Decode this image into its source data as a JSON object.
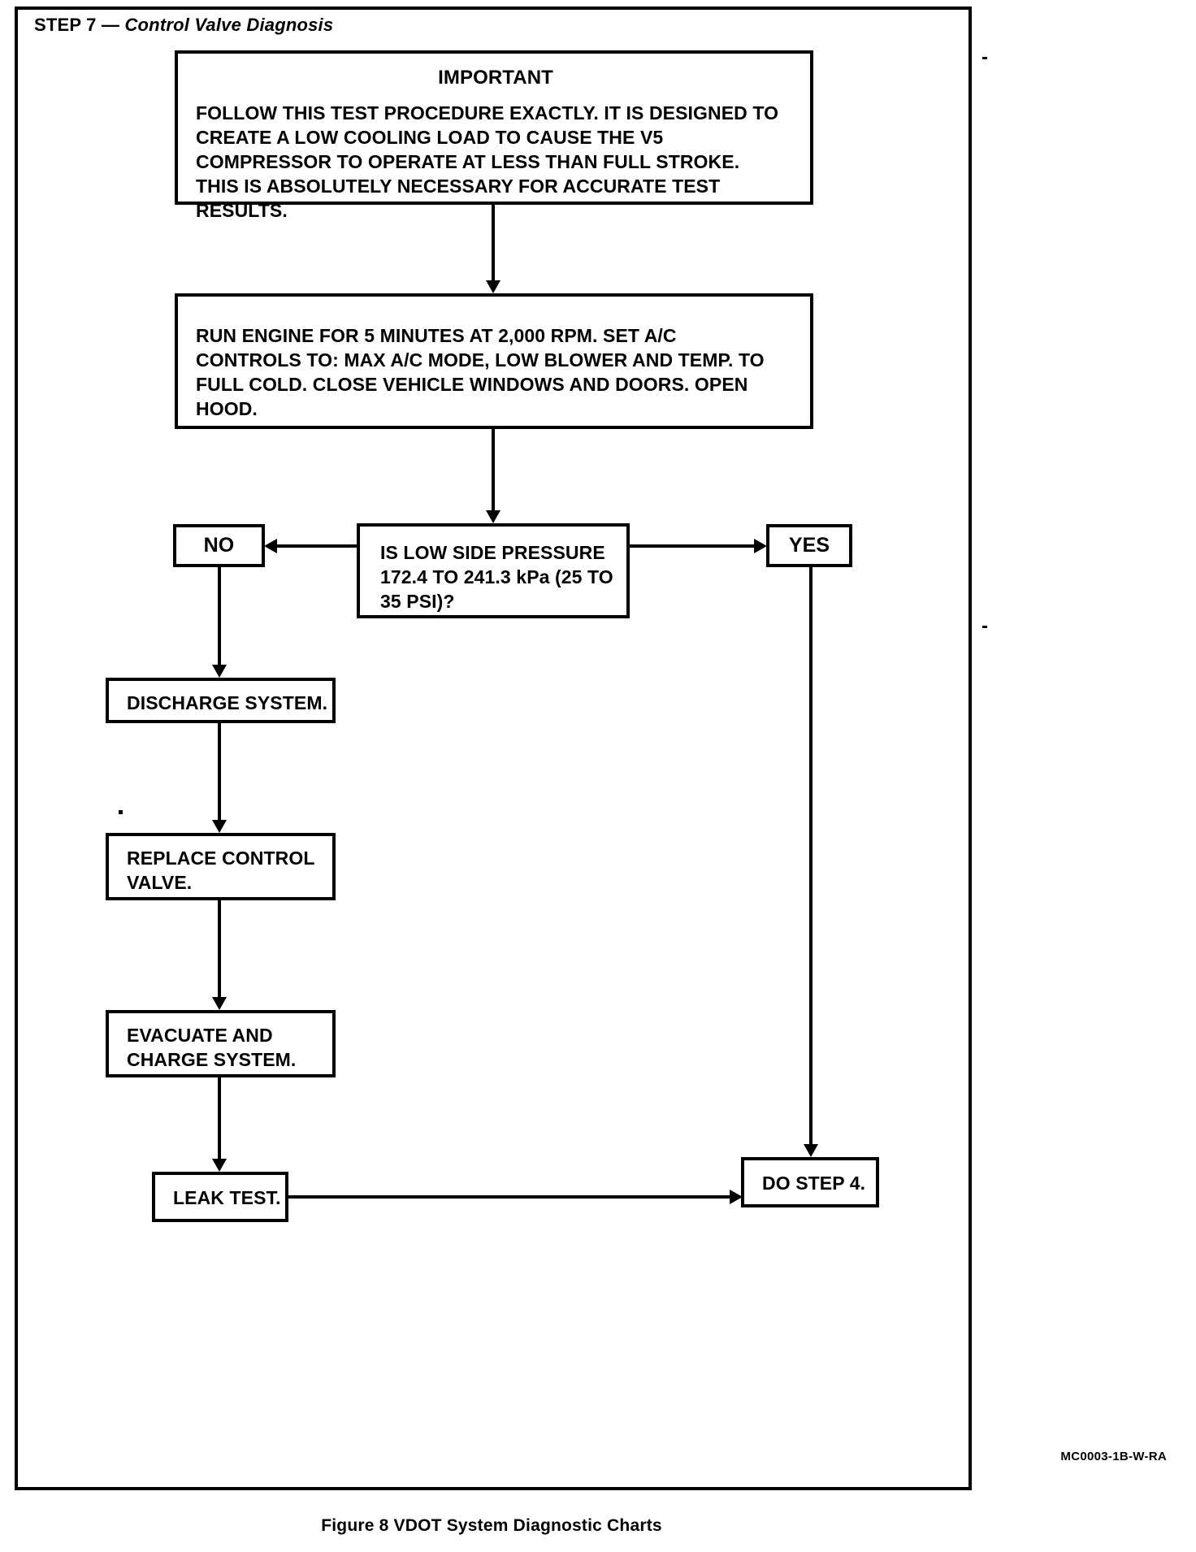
{
  "figure": {
    "step_label": "STEP 7",
    "step_dash": " — ",
    "step_title": "Control Valve Diagnosis",
    "drawing_code": "MC0003-1B-W-RA",
    "caption": "Figure 8 VDOT System Diagnostic Charts"
  },
  "chart_data": {
    "type": "diagram",
    "title": "STEP 7 — Control Valve Diagnosis",
    "nodes": [
      {
        "id": "important",
        "kind": "note",
        "header": "IMPORTANT",
        "lines": [
          "FOLLOW THIS TEST PROCEDURE EXACTLY. IT IS DESIGNED TO",
          "CREATE A LOW COOLING LOAD TO CAUSE THE V5",
          "COMPRESSOR TO OPERATE AT LESS THAN FULL STROKE.",
          "THIS IS ABSOLUTELY NECESSARY FOR ACCURATE TEST",
          "RESULTS."
        ]
      },
      {
        "id": "run-engine",
        "kind": "process",
        "lines": [
          "RUN ENGINE FOR 5 MINUTES AT 2,000 RPM. SET A/C",
          "CONTROLS TO: MAX A/C MODE, LOW BLOWER AND TEMP. TO",
          "FULL COLD. CLOSE VEHICLE WINDOWS AND DOORS. OPEN",
          "HOOD."
        ]
      },
      {
        "id": "low-side-pressure",
        "kind": "decision",
        "lines": [
          "IS LOW SIDE PRESSURE",
          "172.4 TO 241.3 kPa (25 TO",
          "35 PSI)?"
        ]
      },
      {
        "id": "no",
        "kind": "answer",
        "lines": [
          "NO"
        ]
      },
      {
        "id": "yes",
        "kind": "answer",
        "lines": [
          "YES"
        ]
      },
      {
        "id": "discharge",
        "kind": "process",
        "lines": [
          "DISCHARGE SYSTEM."
        ]
      },
      {
        "id": "replace-valve",
        "kind": "process",
        "lines": [
          "REPLACE CONTROL",
          "VALVE."
        ]
      },
      {
        "id": "evac-charge",
        "kind": "process",
        "lines": [
          "EVACUATE AND",
          "CHARGE SYSTEM."
        ]
      },
      {
        "id": "leak-test",
        "kind": "process",
        "lines": [
          "LEAK TEST."
        ]
      },
      {
        "id": "do-step-4",
        "kind": "terminal",
        "lines": [
          "DO STEP 4."
        ]
      }
    ],
    "edges": [
      {
        "from": "important",
        "to": "run-engine",
        "label": ""
      },
      {
        "from": "run-engine",
        "to": "low-side-pressure",
        "label": ""
      },
      {
        "from": "low-side-pressure",
        "to": "no",
        "label": "NO"
      },
      {
        "from": "low-side-pressure",
        "to": "yes",
        "label": "YES"
      },
      {
        "from": "no",
        "to": "discharge",
        "label": ""
      },
      {
        "from": "discharge",
        "to": "replace-valve",
        "label": ""
      },
      {
        "from": "replace-valve",
        "to": "evac-charge",
        "label": ""
      },
      {
        "from": "evac-charge",
        "to": "leak-test",
        "label": ""
      },
      {
        "from": "leak-test",
        "to": "do-step-4",
        "label": ""
      },
      {
        "from": "yes",
        "to": "do-step-4",
        "label": ""
      }
    ]
  },
  "boxes": {
    "important": {
      "header": "IMPORTANT",
      "line1": "FOLLOW THIS TEST PROCEDURE EXACTLY. IT IS DESIGNED TO",
      "line2": "CREATE A LOW COOLING LOAD TO CAUSE THE V5",
      "line3": "COMPRESSOR TO OPERATE AT LESS THAN FULL STROKE.",
      "line4": "THIS IS ABSOLUTELY NECESSARY FOR ACCURATE TEST",
      "line5": "RESULTS."
    },
    "run_engine": {
      "line1": "RUN ENGINE FOR 5 MINUTES AT 2,000 RPM. SET A/C",
      "line2": "CONTROLS TO: MAX A/C MODE, LOW BLOWER AND TEMP. TO",
      "line3": "FULL COLD. CLOSE VEHICLE WINDOWS AND DOORS. OPEN",
      "line4": "HOOD."
    },
    "decision": {
      "line1": "IS LOW SIDE PRESSURE",
      "line2": "172.4 TO 241.3 kPa (25 TO",
      "line3": "35 PSI)?"
    },
    "no": {
      "label": "NO"
    },
    "yes": {
      "label": "YES"
    },
    "discharge": {
      "line1": "DISCHARGE SYSTEM."
    },
    "replace_valve": {
      "line1": "REPLACE CONTROL",
      "line2": "VALVE."
    },
    "evac_charge": {
      "line1": "EVACUATE AND",
      "line2": "CHARGE SYSTEM."
    },
    "leak_test": {
      "line1": "LEAK TEST."
    },
    "do_step_4": {
      "line1": "DO STEP 4."
    }
  },
  "colors": {
    "ink": "#000000",
    "paper": "#ffffff"
  }
}
